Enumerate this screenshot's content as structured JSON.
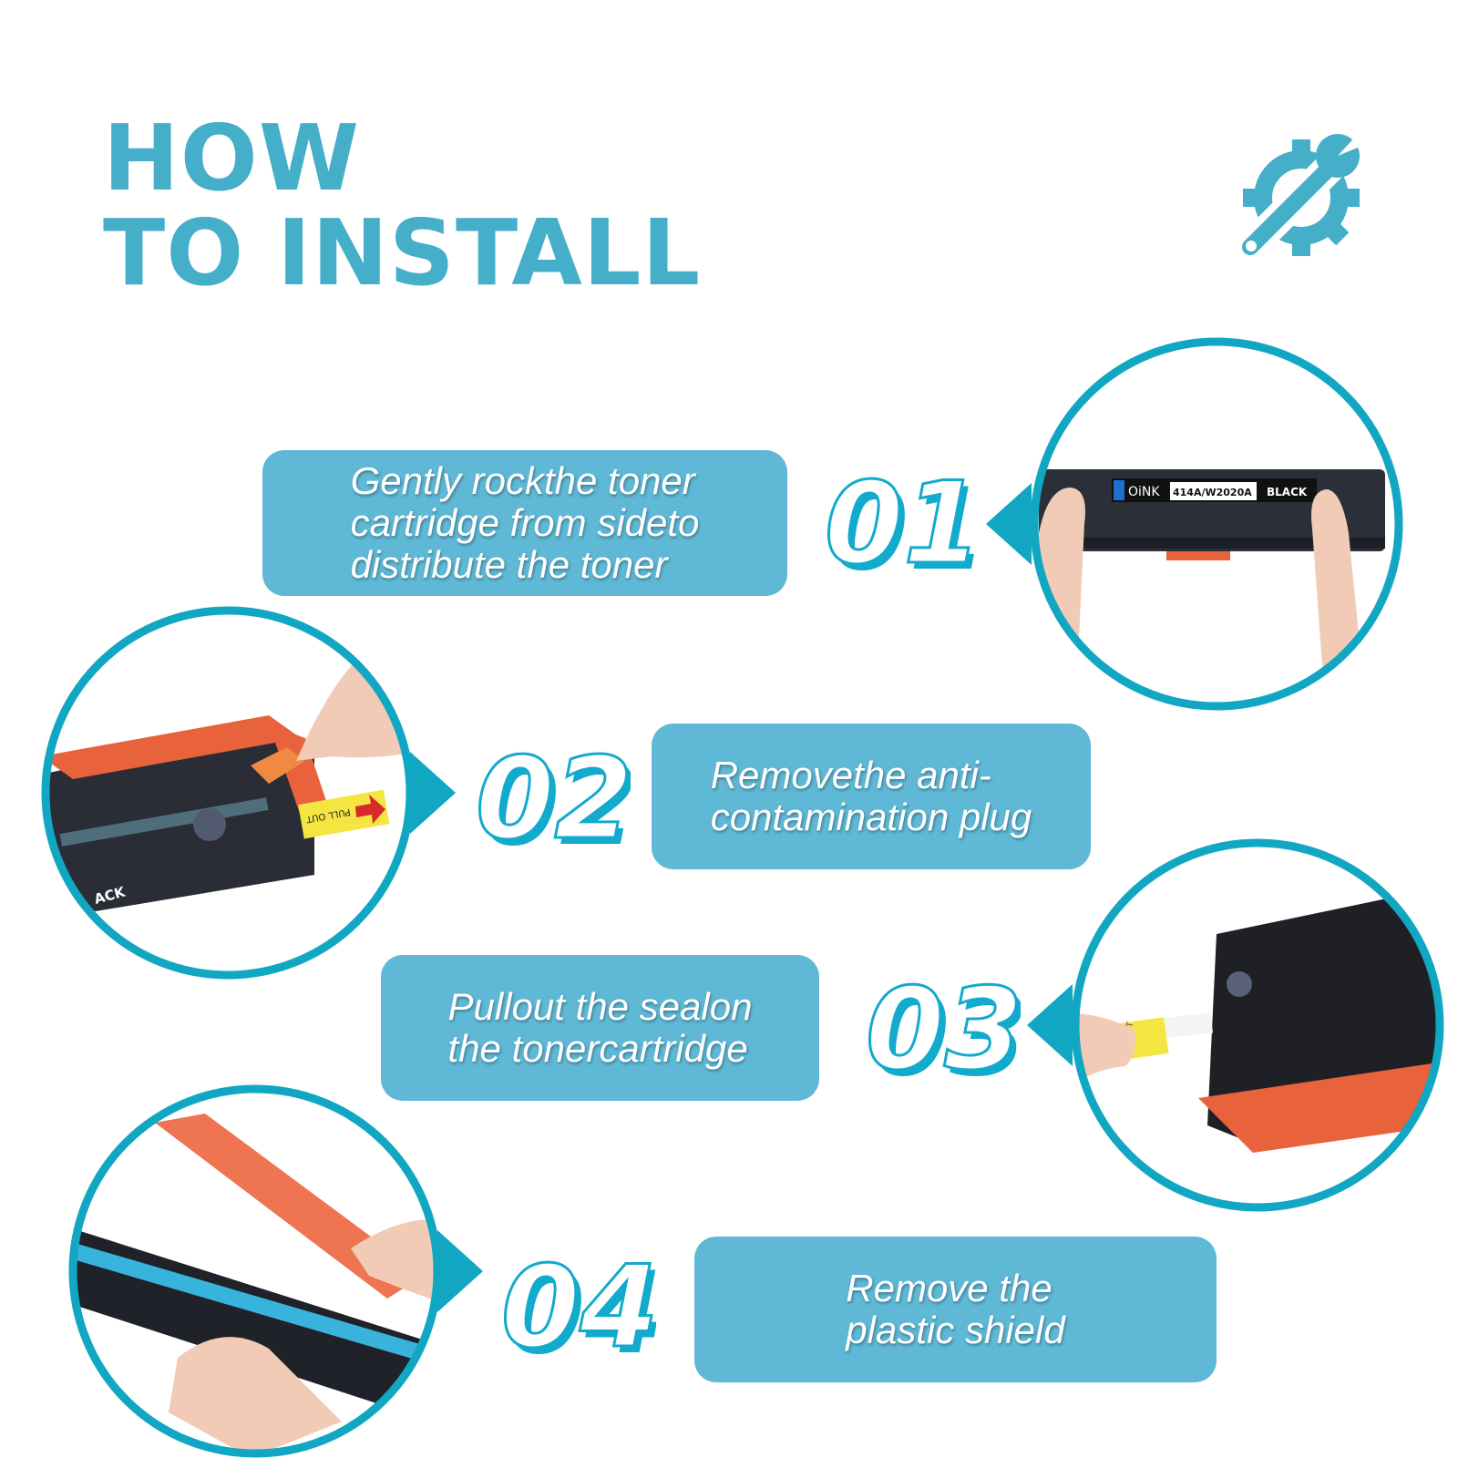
{
  "header": {
    "title_line1": "HOW",
    "title_line2": "TO INSTALL",
    "icon": "gear-wrench-icon"
  },
  "colors": {
    "accent": "#5fb9d6",
    "title": "#45aec9",
    "circle_border": "#11a7c3",
    "number_shadow": "#12aacd"
  },
  "steps": [
    {
      "number": "01",
      "lines": [
        "Gently rockthe toner",
        "cartridge from sideto",
        "distribute the toner"
      ],
      "cartridge_label": {
        "brand": "OiNK",
        "model": "414A/W2020A",
        "color": "BLACK"
      }
    },
    {
      "number": "02",
      "lines": [
        "Removethe anti-",
        "contamination plug"
      ],
      "tag_text": "PULL OUT",
      "cartridge_label": "ACK"
    },
    {
      "number": "03",
      "lines": [
        "Pullout the sealon",
        "the tonercartridge"
      ],
      "tag_text": "OUT"
    },
    {
      "number": "04",
      "lines": [
        "Remove the",
        "plastic shield"
      ]
    }
  ]
}
